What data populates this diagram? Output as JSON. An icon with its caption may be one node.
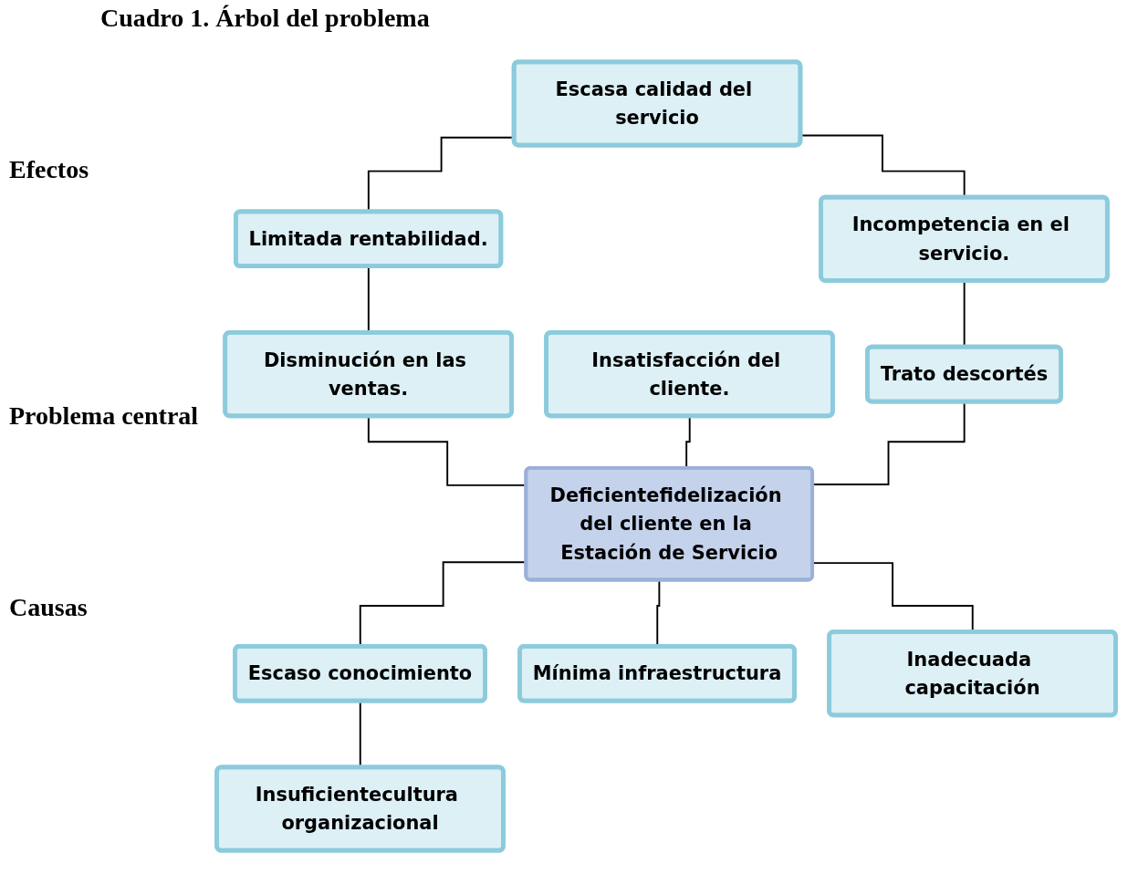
{
  "diagram": {
    "title": "Cuadro 1. Árbol del problema",
    "nodes": [
      {
        "text": [
          "Escasa calidad del servicio"
        ]
      },
      {
        "text": [
          "Limitada rentabilidad."
        ]
      },
      {
        "text": [
          "Incompetencia en el servicio."
        ]
      },
      {
        "text": [
          "Disminución en las ventas."
        ]
      },
      {
        "text": [
          "Insatisfacción del cliente."
        ]
      },
      {
        "text": [
          "Trato descortés"
        ]
      },
      {
        "text": [
          "Deficientefidelización del cliente en la Estación de Servicio"
        ]
      },
      {
        "text": [
          "Escaso conocimiento"
        ]
      },
      {
        "text": [
          "Mínima infraestructura"
        ]
      },
      {
        "text": [
          "Inadecuada capacitación"
        ]
      },
      {
        "text": [
          "Insuficientecultura organizacional"
        ]
      }
    ],
    "edges": [
      {
        "from": 0,
        "to": 1,
        "arrow": "none"
      },
      {
        "from": 0,
        "to": 2,
        "arrow": "none"
      },
      {
        "from": 1,
        "to": 3,
        "arrow": "none"
      },
      {
        "from": 2,
        "to": 5,
        "arrow": "none"
      },
      {
        "from": 3,
        "to": 6,
        "arrow": "none"
      },
      {
        "from": 4,
        "to": 6,
        "arrow": "none"
      },
      {
        "from": 5,
        "to": 6,
        "arrow": "none"
      },
      {
        "from": 6,
        "to": 7,
        "arrow": "none"
      },
      {
        "from": 6,
        "to": 8,
        "arrow": "none"
      },
      {
        "from": 6,
        "to": 9,
        "arrow": "none"
      },
      {
        "from": 7,
        "to": 10,
        "arrow": "none"
      }
    ],
    "labels": [
      "Efectos",
      "Problema central",
      "Causas"
    ]
  }
}
